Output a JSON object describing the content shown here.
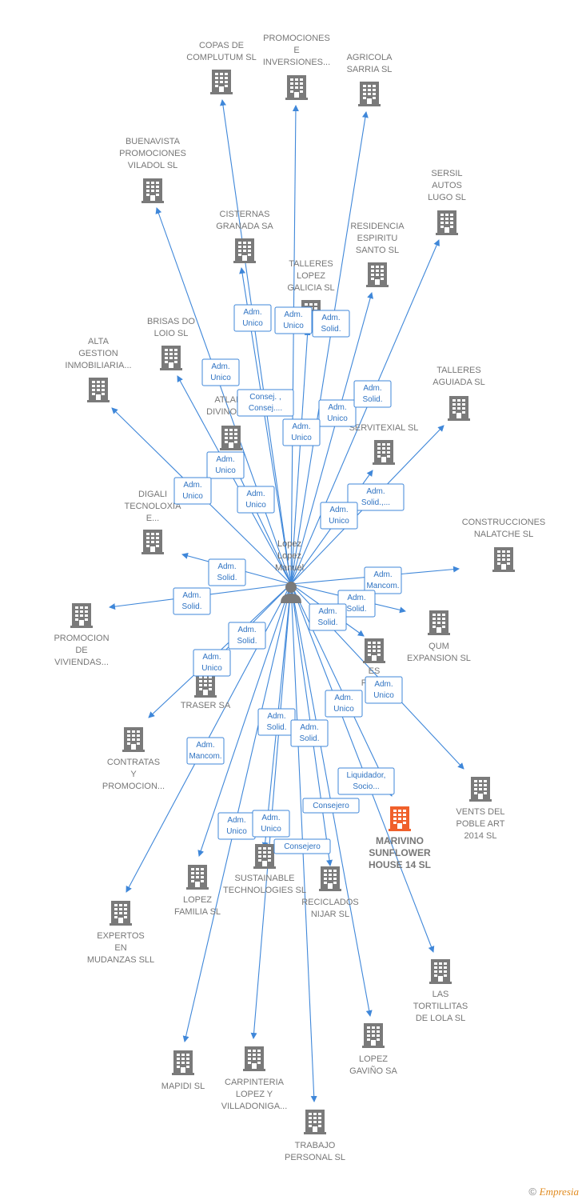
{
  "center": {
    "lines": [
      "Lopez",
      "Lopez",
      "Manuel"
    ]
  },
  "colors": {
    "edge": "#3f87d9",
    "building": "#7a7a7a",
    "highlight": "#f0602b"
  },
  "companies": [
    {
      "id": "copas",
      "lines": [
        "COPAS DE",
        "COMPLUTUM SL"
      ]
    },
    {
      "id": "promociones_e",
      "lines": [
        "PROMOCIONES",
        "E",
        "INVERSIONES..."
      ]
    },
    {
      "id": "agricola",
      "lines": [
        "AGRICOLA",
        "SARRIA SL"
      ]
    },
    {
      "id": "buenavista",
      "lines": [
        "BUENAVISTA",
        "PROMOCIONES",
        "VILADOL SL"
      ]
    },
    {
      "id": "sersil",
      "lines": [
        "SERSIL",
        "AUTOS",
        "LUGO SL"
      ]
    },
    {
      "id": "cisternas",
      "lines": [
        "CISTERNAS",
        "GRANADA SA"
      ]
    },
    {
      "id": "residencia",
      "lines": [
        "RESIDENCIA",
        "ESPIRITU",
        "SANTO  SL"
      ]
    },
    {
      "id": "talleres_lopez",
      "lines": [
        "TALLERES",
        "LOPEZ",
        "GALICIA  SL"
      ]
    },
    {
      "id": "brisas",
      "lines": [
        "BRISAS DO",
        "LOIO SL"
      ]
    },
    {
      "id": "alta",
      "lines": [
        "ALTA",
        "GESTION",
        "INMOBILIARIA..."
      ]
    },
    {
      "id": "atlant",
      "lines": [
        "ATLANT",
        "DIVINOS SL"
      ]
    },
    {
      "id": "talleres_aguiada",
      "lines": [
        "TALLERES",
        "AGUIADA  SL"
      ]
    },
    {
      "id": "servitexial",
      "lines": [
        "SERVITEXIAL SL"
      ]
    },
    {
      "id": "digali",
      "lines": [
        "DIGALI",
        "TECNOLOXIA",
        "E..."
      ]
    },
    {
      "id": "construcciones",
      "lines": [
        "CONSTRUCCIONES",
        "NALATCHE SL"
      ]
    },
    {
      "id": "promocion_viv",
      "lines": [
        "PROMOCION",
        "DE",
        "VIVIENDAS..."
      ]
    },
    {
      "id": "qum",
      "lines": [
        "QUM",
        "EXPANSION SL"
      ]
    },
    {
      "id": "es_form",
      "lines": [
        "ES",
        "FORM"
      ]
    },
    {
      "id": "traser",
      "lines": [
        "TRASER SA"
      ]
    },
    {
      "id": "contratas",
      "lines": [
        "CONTRATAS",
        "Y",
        "PROMOCION..."
      ]
    },
    {
      "id": "vents",
      "lines": [
        "VENTS DEL",
        "POBLE ART",
        "2014  SL"
      ]
    },
    {
      "id": "marivino",
      "lines": [
        "MARIVINO",
        "SUNFLOWER",
        "HOUSE 14  SL"
      ],
      "highlight": true
    },
    {
      "id": "sustainable",
      "lines": [
        "SUSTAINABLE",
        "TECHNOLOGIES SL"
      ]
    },
    {
      "id": "reciclados",
      "lines": [
        "RECICLADOS",
        "NIJAR SL"
      ]
    },
    {
      "id": "lopez_familia",
      "lines": [
        "LOPEZ",
        "FAMILIA  SL"
      ]
    },
    {
      "id": "expertos",
      "lines": [
        "EXPERTOS",
        "EN",
        "MUDANZAS  SLL"
      ]
    },
    {
      "id": "las_tortillitas",
      "lines": [
        "LAS",
        "TORTILLITAS",
        "DE LOLA  SL"
      ]
    },
    {
      "id": "lopez_gavino",
      "lines": [
        "LOPEZ",
        "GAVIÑO SA"
      ]
    },
    {
      "id": "mapidi",
      "lines": [
        "MAPIDI  SL"
      ]
    },
    {
      "id": "carpinteria",
      "lines": [
        "CARPINTERIA",
        "LOPEZ Y",
        "VILLADONIGA..."
      ]
    },
    {
      "id": "trabajo",
      "lines": [
        "TRABAJO",
        "PERSONAL SL"
      ]
    }
  ],
  "relations": [
    {
      "lines": [
        "Adm.",
        "Unico"
      ]
    },
    {
      "lines": [
        "Adm.",
        "Unico"
      ]
    },
    {
      "lines": [
        "Adm.",
        "Solid."
      ]
    },
    {
      "lines": [
        "Adm.",
        "Unico"
      ]
    },
    {
      "lines": [
        "Consej. ,",
        "Consej...."
      ]
    },
    {
      "lines": [
        "Adm.",
        "Unico"
      ]
    },
    {
      "lines": [
        "Adm.",
        "Solid."
      ]
    },
    {
      "lines": [
        "Adm.",
        "Unico"
      ]
    },
    {
      "lines": [
        "Adm.",
        "Unico"
      ]
    },
    {
      "lines": [
        "Adm.",
        "Unico"
      ]
    },
    {
      "lines": [
        "Adm.",
        "Unico"
      ]
    },
    {
      "lines": [
        "Adm.",
        "Solid.,..."
      ]
    },
    {
      "lines": [
        "Adm.",
        "Unico"
      ]
    },
    {
      "lines": [
        "Adm.",
        "Solid."
      ]
    },
    {
      "lines": [
        "Adm.",
        "Mancom."
      ]
    },
    {
      "lines": [
        "Adm.",
        "Solid."
      ]
    },
    {
      "lines": [
        "Adm.",
        "Solid."
      ]
    },
    {
      "lines": [
        "Adm.",
        "Solid."
      ]
    },
    {
      "lines": [
        "Adm.",
        "Solid."
      ]
    },
    {
      "lines": [
        "Adm.",
        "Unico"
      ]
    },
    {
      "lines": [
        "Adm.",
        "Unico"
      ]
    },
    {
      "lines": [
        "Adm.",
        "Unico"
      ]
    },
    {
      "lines": [
        "Adm.",
        "Solid."
      ]
    },
    {
      "lines": [
        "Adm.",
        "Solid."
      ]
    },
    {
      "lines": [
        "Adm.",
        "Mancom."
      ]
    },
    {
      "lines": [
        "Liquidador,",
        "Socio..."
      ]
    },
    {
      "lines": [
        "Consejero"
      ]
    },
    {
      "lines": [
        "Adm.",
        "Unico"
      ]
    },
    {
      "lines": [
        "Adm.",
        "Unico"
      ]
    },
    {
      "lines": [
        "Consejero"
      ]
    }
  ],
  "footer": {
    "copyright": "©",
    "brand": "Empresia"
  }
}
